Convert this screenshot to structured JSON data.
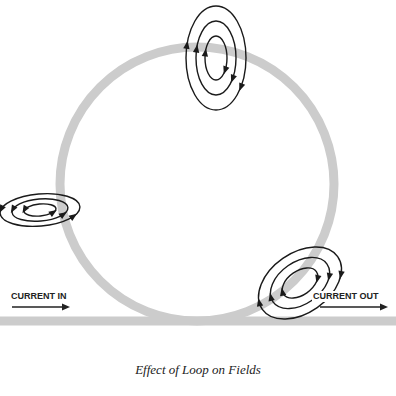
{
  "diagram": {
    "caption": "Effect of Loop on Fields",
    "labels": [
      "CURRENT IN",
      "CURRENT OUT"
    ]
  }
}
